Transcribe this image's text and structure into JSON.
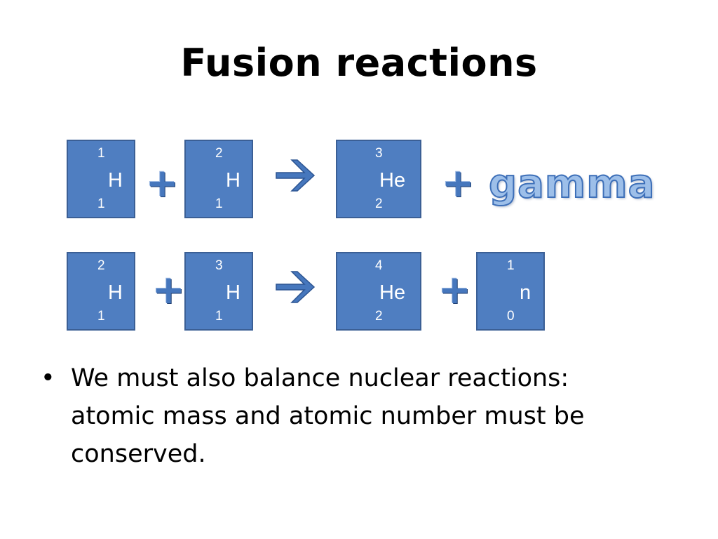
{
  "slide": {
    "title": "Fusion reactions",
    "bullet_marker": "•",
    "bullet_text": "We must also balance nuclear reactions: atomic mass and atomic number must be conserved."
  },
  "reaction1": {
    "nuclide1": {
      "mass": "1",
      "symbol": "H",
      "number": "1"
    },
    "plus1": "+",
    "nuclide2": {
      "mass": "2",
      "symbol": "H",
      "number": "1"
    },
    "product1": {
      "mass": "3",
      "symbol": "He",
      "number": "2"
    },
    "plus2": "+",
    "gamma": "gamma"
  },
  "reaction2": {
    "nuclide1": {
      "mass": "2",
      "symbol": "H",
      "number": "1"
    },
    "plus1": "+",
    "nuclide2": {
      "mass": "3",
      "symbol": "H",
      "number": "1"
    },
    "product1": {
      "mass": "4",
      "symbol": "He",
      "number": "2"
    },
    "plus2": "+",
    "product2": {
      "mass": "1",
      "symbol": "n",
      "number": "0"
    }
  },
  "colors": {
    "box_fill": "#4f7ec1",
    "box_border": "#3b5f95",
    "accent": "#4677bd"
  },
  "icons": {
    "arrow": "right-arrow-icon",
    "plus": "plus-icon"
  }
}
